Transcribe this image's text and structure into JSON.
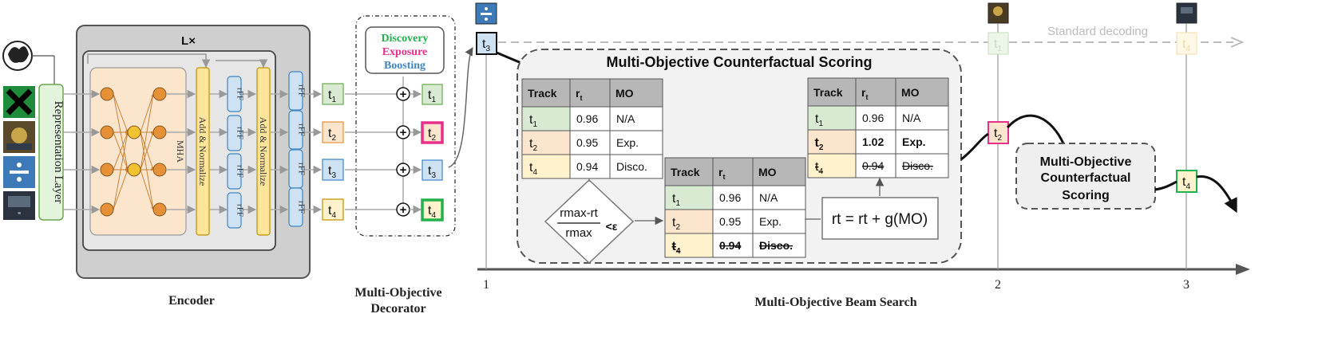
{
  "encoder": {
    "caption": "Encoder",
    "repr_label": "Representation Layer",
    "mha_label": "MHA",
    "addnorm_label": "Add & Normalize",
    "rff_label": "rFF",
    "repeat_label": "L×"
  },
  "tokens": [
    "t1",
    "t2",
    "t3",
    "t4"
  ],
  "decorator": {
    "caption_line1": "Multi-Objective",
    "caption_line2": "Decorator",
    "legend": {
      "discovery": "Discovery",
      "exposure": "Exposure",
      "boosting": "Boosting"
    },
    "plus": "+"
  },
  "beam": {
    "caption": "Multi-Objective Beam Search",
    "standard_decoding": "Standard decoding",
    "steps": [
      "1",
      "2",
      "3"
    ],
    "cf_title": "Multi-Objective Counterfactual Scoring",
    "cf_box_label": [
      "Multi-Objective",
      "Counterfactual",
      "Scoring"
    ],
    "condition": {
      "num": "rmax-rt",
      "den": "rmax",
      "rel": "<ε"
    },
    "update_formula": "rt = rt + g(MO)",
    "table_headers": [
      "Track",
      "rt",
      "MO"
    ],
    "table1": [
      [
        "t1",
        "0.96",
        "N/A"
      ],
      [
        "t2",
        "0.95",
        "Exp."
      ],
      [
        "t4",
        "0.94",
        "Disco."
      ]
    ],
    "table2": [
      [
        "t1",
        "0.96",
        "N/A"
      ],
      [
        "t2",
        "0.95",
        "Exp."
      ],
      [
        "t4",
        "0.94",
        "Disco."
      ]
    ],
    "table3": [
      [
        "t1",
        "0.96",
        "N/A"
      ],
      [
        "t2",
        "1.02",
        "Exp."
      ],
      [
        "t4",
        "0.94",
        "Disco."
      ]
    ]
  },
  "colors": {
    "t1_fill": "#d9ead3",
    "t2_fill": "#fce5cd",
    "t3_fill": "#cfe2f3",
    "t4_fill": "#fff2cc",
    "exposure": "#e6308a",
    "discovery": "#22b14c",
    "boosting": "#3d85c6",
    "neuron": "#e69138",
    "yellow_block": "#ffe599"
  }
}
